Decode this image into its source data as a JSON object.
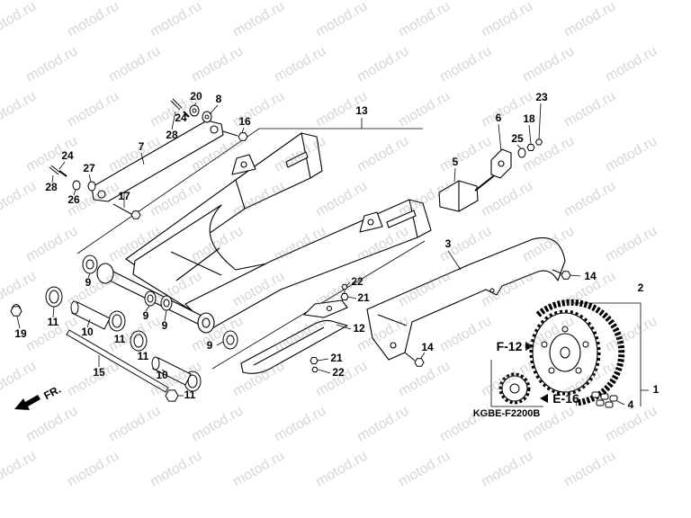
{
  "diagram": {
    "callouts": [
      "20",
      "8",
      "24",
      "16",
      "28",
      "7",
      "13",
      "6",
      "23",
      "18",
      "25",
      "5",
      "24",
      "27",
      "28",
      "26",
      "17",
      "3",
      "14",
      "2",
      "9",
      "22",
      "21",
      "9",
      "9",
      "11",
      "19",
      "12",
      "10",
      "11",
      "11",
      "10",
      "9",
      "15",
      "14",
      "21",
      "22",
      "11",
      "4",
      "1"
    ],
    "ref_f12": "F-12",
    "ref_e16": "E-16",
    "code": "KGBE-F2200B",
    "front_label": "FR."
  },
  "watermark": "motod.ru",
  "colors": {
    "line": "#000000",
    "background": "#ffffff",
    "watermark": "#8c8c8c"
  },
  "icons": {
    "front_arrow": "front-direction-arrow-icon",
    "reference_arrow": "reference-arrow-icon"
  }
}
